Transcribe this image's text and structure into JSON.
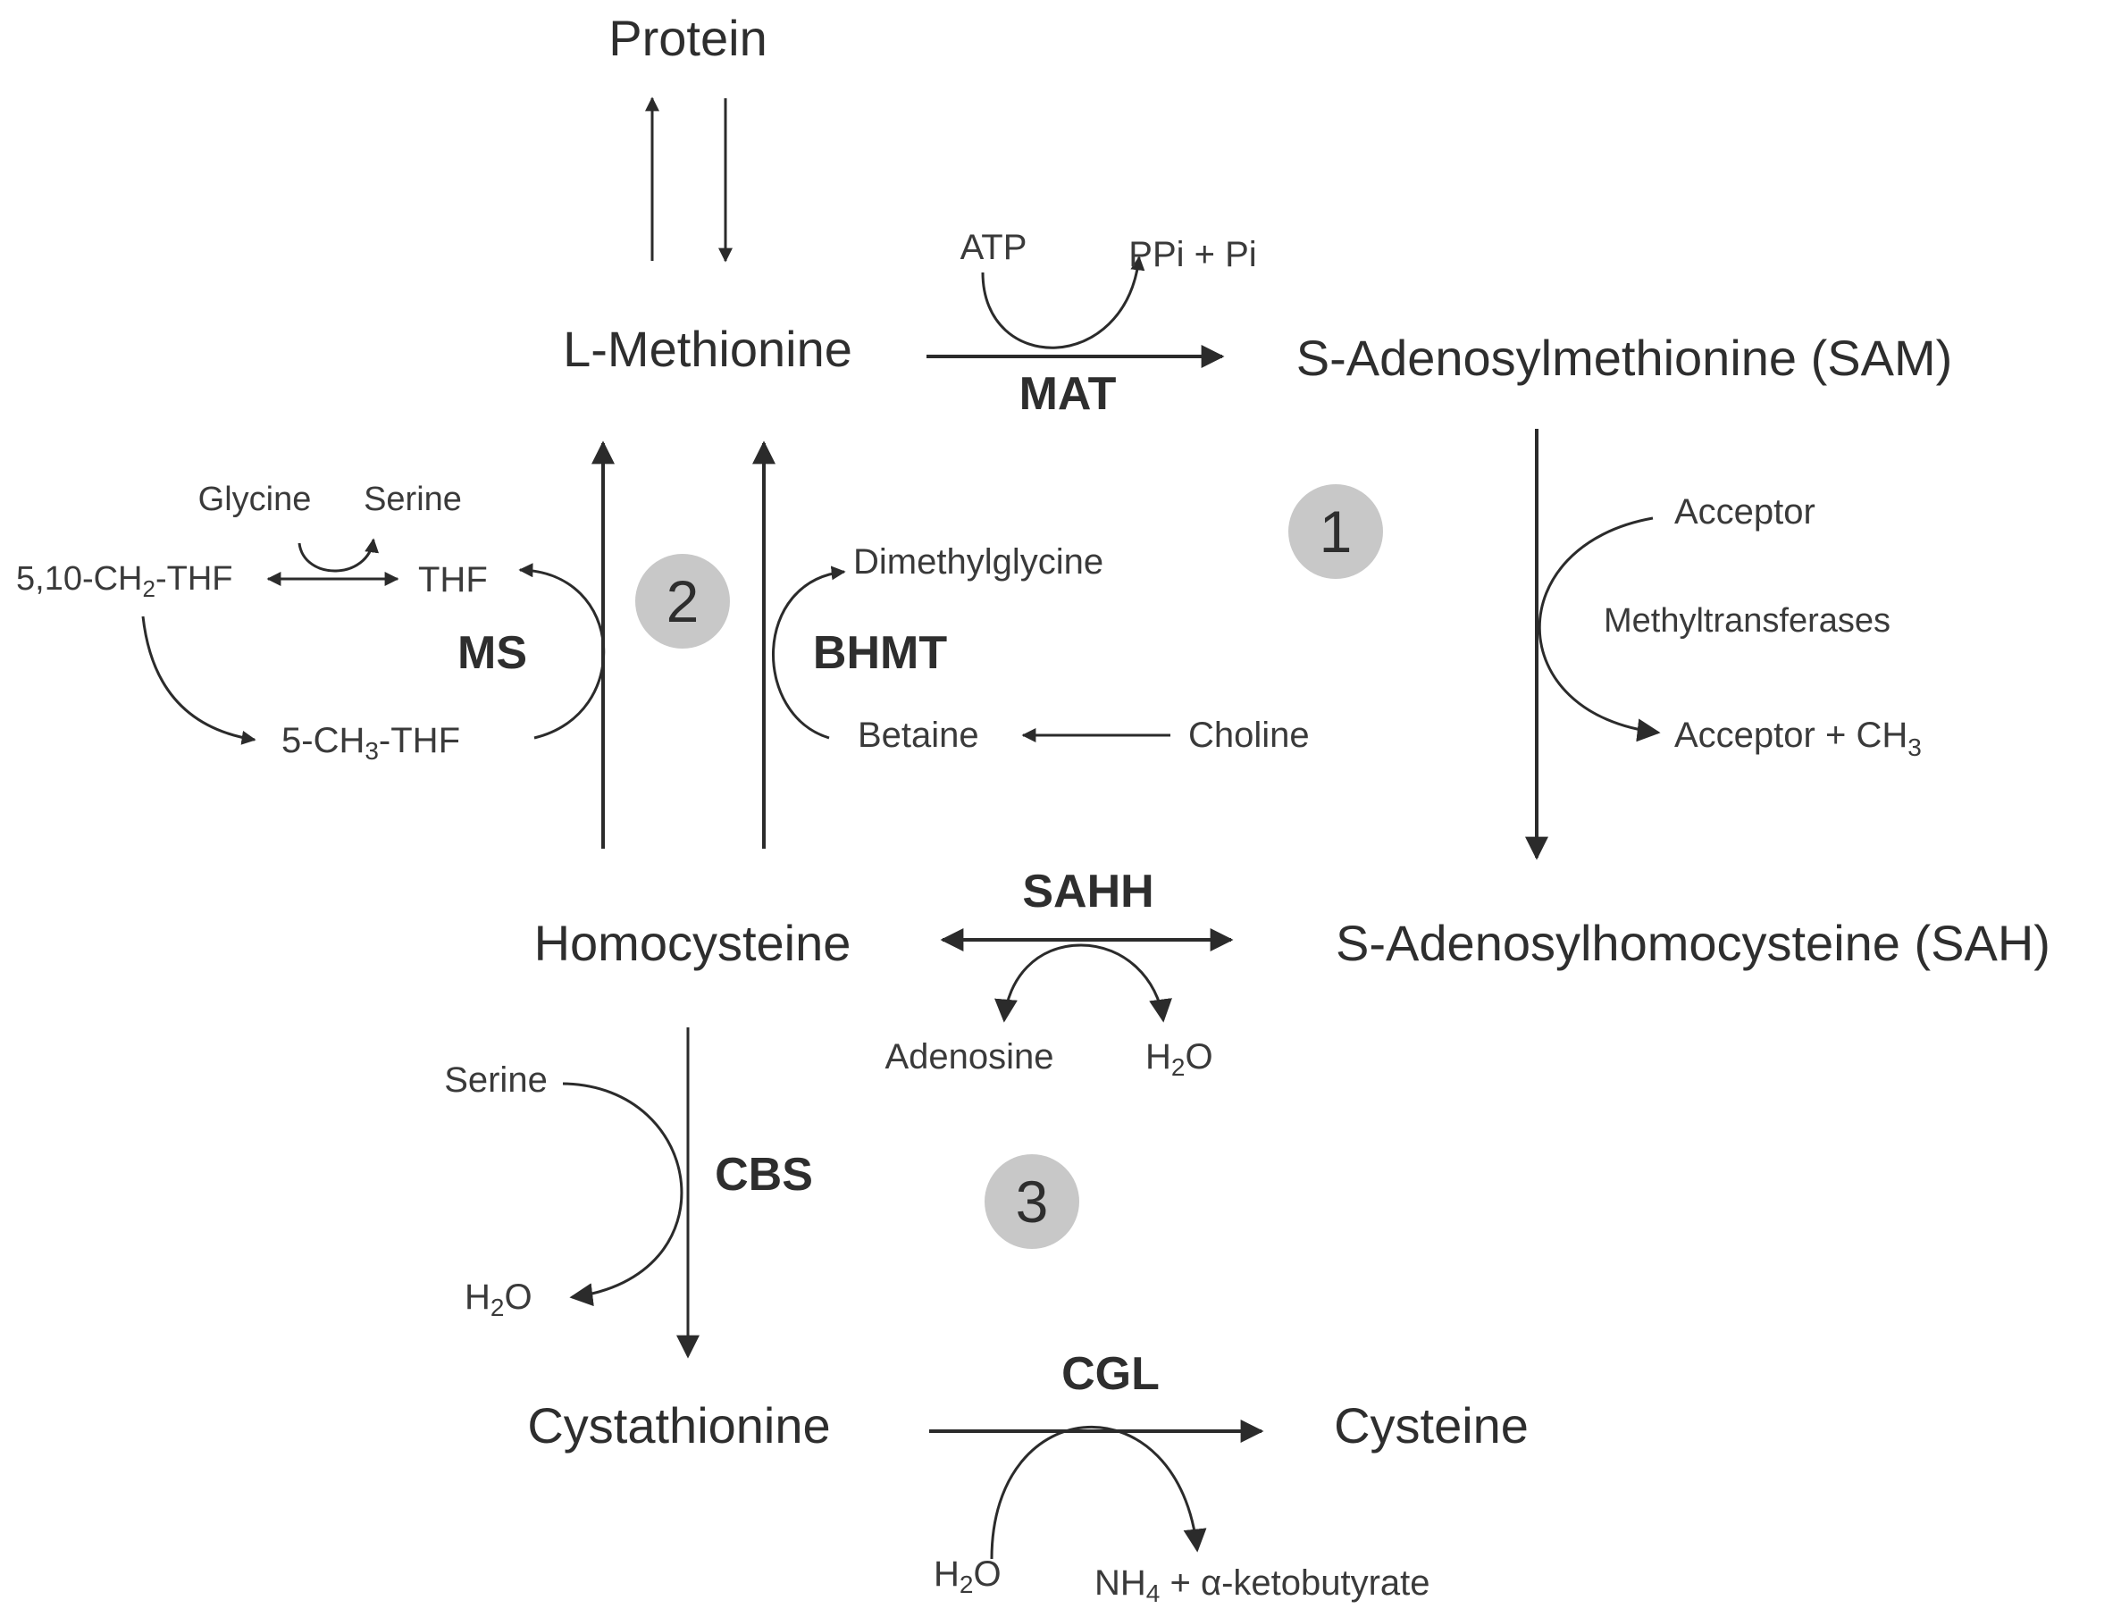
{
  "metabolites": {
    "protein": "Protein",
    "methionine": "L-Methionine",
    "sam": "S-Adenosylmethionine (SAM)",
    "sah": "S-Adenosylhomocysteine (SAH)",
    "homocysteine": "Homocysteine",
    "cystathionine": "Cystathionine",
    "cysteine": "Cysteine"
  },
  "enzymes": {
    "mat": "MAT",
    "ms": "MS",
    "bhmt": "BHMT",
    "sahh": "SAHH",
    "cbs": "CBS",
    "cgl": "CGL",
    "methyltransferases": "Methyltransferases"
  },
  "cofactors": {
    "atp": "ATP",
    "ppi_pi": "PPi + Pi",
    "acceptor": "Acceptor",
    "acceptor_ch3": "Acceptor + CH",
    "acceptor_ch3_sub": "3",
    "glycine": "Glycine",
    "serine_top": "Serine",
    "ch2_thf_pre": "5,10-CH",
    "ch2_thf_sub": "2",
    "ch2_thf_post": "-THF",
    "thf": "THF",
    "ch3_thf_pre": "5-CH",
    "ch3_thf_sub": "3",
    "ch3_thf_post": "-THF",
    "dimethylglycine": "Dimethylglycine",
    "betaine": "Betaine",
    "choline": "Choline",
    "adenosine": "Adenosine",
    "h2o_pre": "H",
    "h2o_sub": "2",
    "h2o_post": "O",
    "serine_cbs": "Serine",
    "nh4_pre": "NH",
    "nh4_sub": "4",
    "nh4_post": " + α-ketobutyrate"
  },
  "badges": {
    "one": "1",
    "two": "2",
    "three": "3"
  }
}
